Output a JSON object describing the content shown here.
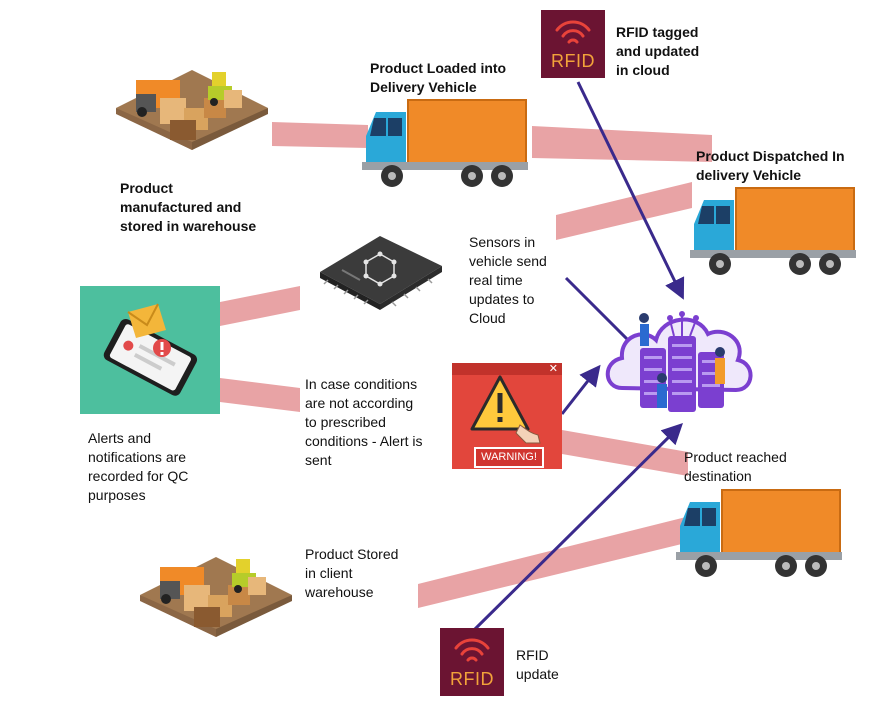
{
  "labels": {
    "manufactured": "Product\nmanufactured and\nstored in warehouse",
    "loaded": "Product Loaded into\nDelivery Vehicle",
    "rfid_tagged": "RFID tagged\nand updated\nin cloud",
    "dispatched": "Product Dispatched In\ndelivery Vehicle",
    "sensors": "Sensors in\nvehicle send\nreal time\nupdates to\nCloud",
    "alerts": "Alerts and\nnotifications are\nrecorded for QC\npurposes",
    "conditions": "In case conditions\nare not according\nto prescribed\nconditions - Alert is\nsent",
    "reached": "Product reached\ndestination",
    "stored_client": "Product Stored\nin client\nwarehouse",
    "rfid_update": "RFID\nupdate"
  },
  "icons": {
    "rfid_top": "RFID",
    "rfid_bottom": "RFID",
    "warning_caption": "WARNING!"
  },
  "colors": {
    "connector": "#e8a3a5",
    "arrow": "#3a2a8c",
    "rfid_bg": "#6b1432",
    "rfid_text": "#f2a33a",
    "truck_cargo": "#f08a28",
    "truck_cab": "#2aa8d8",
    "phone_bg": "#4dbf9e",
    "warning_bg": "#e2463c",
    "cloud": "#7b3fd0"
  }
}
